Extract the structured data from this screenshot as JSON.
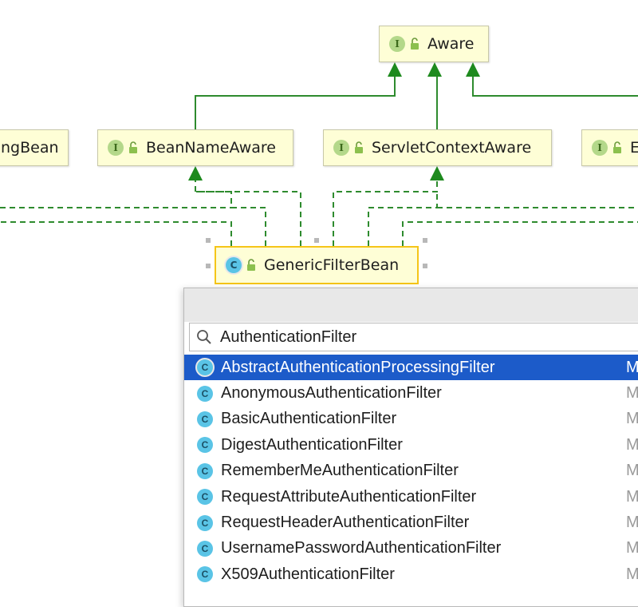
{
  "diagram": {
    "nodes": {
      "aware": {
        "label": "Aware",
        "kind": "I"
      },
      "initializing_bean": {
        "label": "ngBean"
      },
      "bean_name_aware": {
        "label": "BeanNameAware",
        "kind": "I"
      },
      "servlet_context_aware": {
        "label": "ServletContextAware",
        "kind": "I"
      },
      "right_cut": {
        "label": "E",
        "kind": "I"
      },
      "generic_filter_bean": {
        "label": "GenericFilterBean",
        "kind": "C"
      }
    },
    "colors": {
      "inherit_line": "#2e8b2e",
      "arrow": "#1e8a1e",
      "node_fill": "#fefed6",
      "selected_border": "#f5c518"
    }
  },
  "popup": {
    "search_value": "AuthenticationFilter",
    "results": [
      {
        "label": "AbstractAuthenticationProcessingFilter",
        "kind": "C",
        "trail": "M",
        "selected": true
      },
      {
        "label": "AnonymousAuthenticationFilter",
        "kind": "C",
        "trail": "M"
      },
      {
        "label": "BasicAuthenticationFilter",
        "kind": "C",
        "trail": "M"
      },
      {
        "label": "DigestAuthenticationFilter",
        "kind": "C",
        "trail": "M"
      },
      {
        "label": "RememberMeAuthenticationFilter",
        "kind": "C",
        "trail": "M"
      },
      {
        "label": "RequestAttributeAuthenticationFilter",
        "kind": "C",
        "trail": "M"
      },
      {
        "label": "RequestHeaderAuthenticationFilter",
        "kind": "C",
        "trail": "M"
      },
      {
        "label": "UsernamePasswordAuthenticationFilter",
        "kind": "C",
        "trail": "M"
      },
      {
        "label": "X509AuthenticationFilter",
        "kind": "C",
        "trail": "M"
      }
    ],
    "selection_color": "#1c5bc9"
  }
}
